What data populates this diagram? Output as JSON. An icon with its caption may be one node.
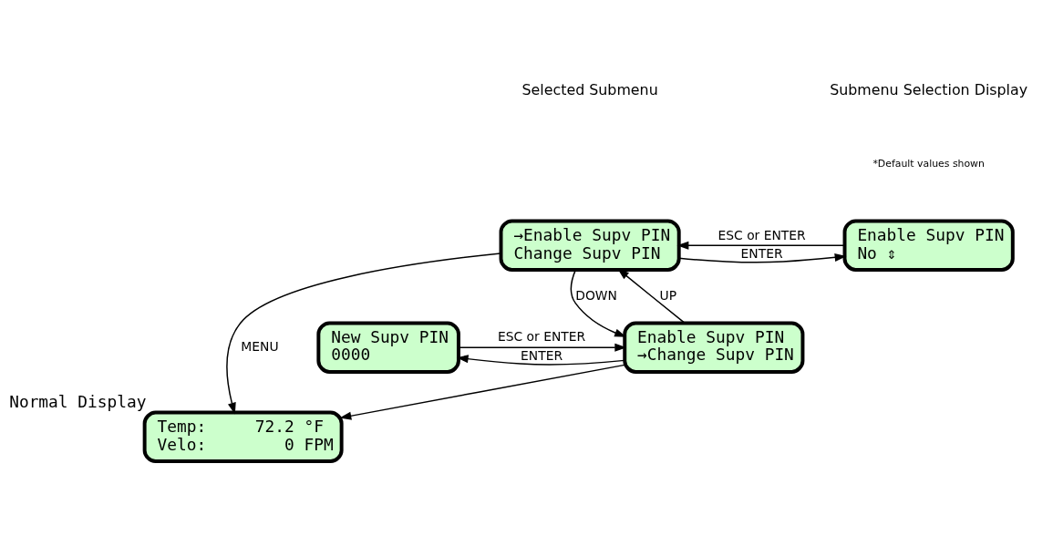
{
  "diagram": {
    "nodes": [
      {
        "text": [
          "→Enable Supv PIN",
          "Change Supv PIN"
        ]
      },
      {
        "text": [
          "Enable Supv PIN",
          "No ⇕"
        ]
      },
      {
        "text": [
          "Temp:     72.2 °F",
          "Velo:        0 FPM"
        ],
        "beside": [
          "Normal Display"
        ]
      },
      {
        "text": [
          "Enable Supv PIN",
          "→Change Supv PIN"
        ]
      },
      {
        "text": [
          "New Supv PIN",
          "0000"
        ]
      }
    ],
    "edges": [
      {
        "from": 0,
        "to": 1,
        "arrow": "to",
        "label": "ENTER"
      },
      {
        "from": 1,
        "to": 0,
        "arrow": "to",
        "label": "ESC or ENTER"
      },
      {
        "from": 0,
        "to": 3,
        "arrow": "to",
        "label": "DOWN"
      },
      {
        "from": 3,
        "to": 0,
        "arrow": "to",
        "label": "UP"
      },
      {
        "from": 0,
        "to": 2,
        "arrow": "to",
        "label": "MENU"
      },
      {
        "from": 3,
        "to": 2,
        "arrow": "to"
      },
      {
        "from": 3,
        "to": 4,
        "arrow": "to",
        "label": "ENTER"
      },
      {
        "from": 4,
        "to": 3,
        "arrow": "to",
        "label": "ESC or ENTER"
      }
    ],
    "labels": [
      "Selected Submenu",
      "Submenu Selection Display",
      "*Default values shown"
    ]
  }
}
